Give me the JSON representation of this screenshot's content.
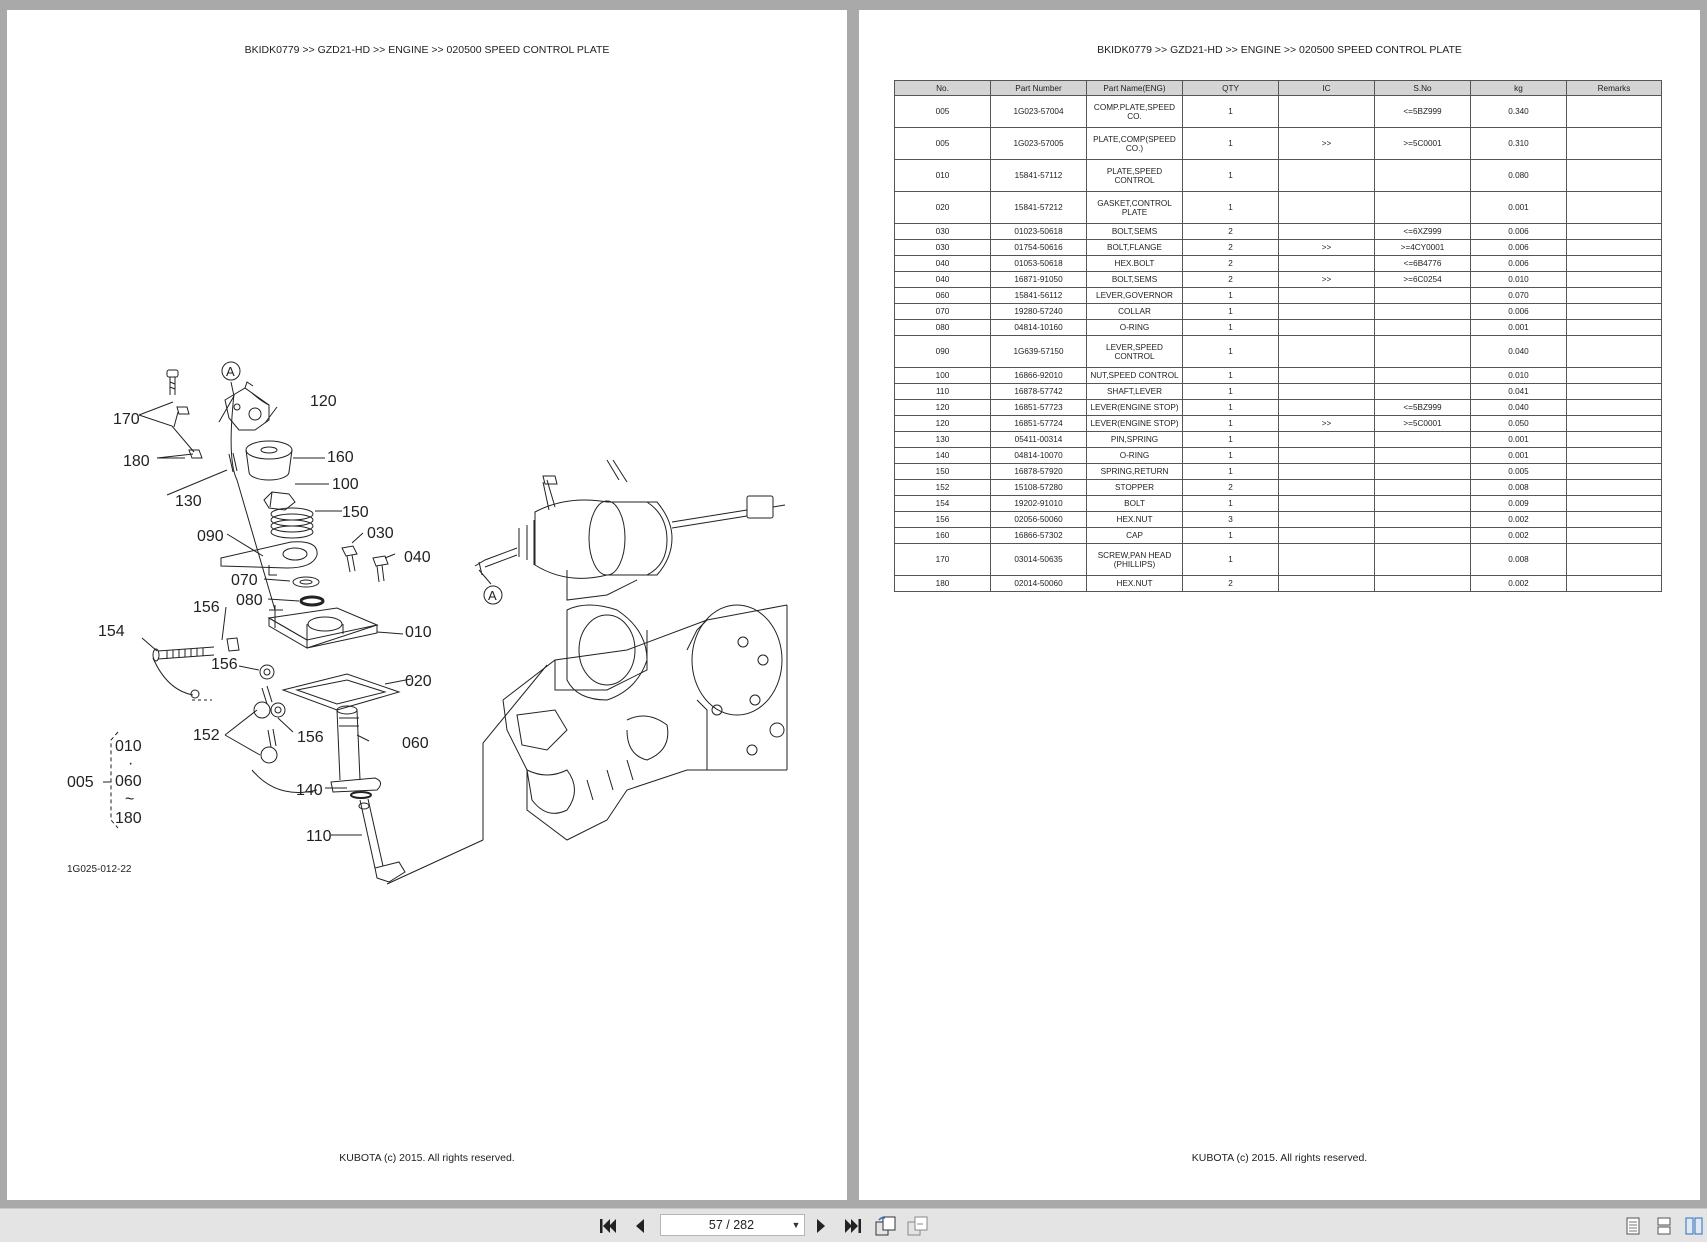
{
  "left_page": {
    "header": "BKIDK0779 >> GZD21-HD >> ENGINE >> 020500   SPEED CONTROL PLATE",
    "footer": "KUBOTA (c) 2015. All rights reserved.",
    "diagram_code": "1G025-012-22",
    "callouts": {
      "c170": "170",
      "c180": "180",
      "c130": "130",
      "c120": "120",
      "c160": "160",
      "c100": "100",
      "c150": "150",
      "c090": "090",
      "c030": "030",
      "c040": "040",
      "c070": "070",
      "c080": "080",
      "c156a": "156",
      "c154": "154",
      "c010": "010",
      "c156b": "156",
      "c020": "020",
      "c152": "152",
      "c156c": "156",
      "c060": "060",
      "c140": "140",
      "c110": "110",
      "cA1": "A",
      "cA2": "A",
      "g010": "010",
      "gdot": "·",
      "g060": "060",
      "gtilde": "~",
      "g180": "180",
      "g005": "005"
    }
  },
  "right_page": {
    "header": "BKIDK0779 >> GZD21-HD >> ENGINE >> 020500   SPEED CONTROL PLATE",
    "footer": "KUBOTA (c) 2015. All rights reserved.",
    "columns": [
      "No.",
      "Part Number",
      "Part Name(ENG)",
      "QTY",
      "IC",
      "S.No",
      "kg",
      "Remarks"
    ],
    "rows": [
      {
        "no": "005",
        "pn": "1G023-57004",
        "name": "COMP.PLATE,SPEED CO.",
        "qty": "1",
        "ic": "",
        "sno": "<=5BZ999",
        "kg": "0.340",
        "rem": ""
      },
      {
        "no": "005",
        "pn": "1G023-57005",
        "name": "PLATE,COMP(SPEED CO.)",
        "qty": "1",
        "ic": ">>",
        "sno": ">=5C0001",
        "kg": "0.310",
        "rem": ""
      },
      {
        "no": "010",
        "pn": "15841-57112",
        "name": "PLATE,SPEED CONTROL",
        "qty": "1",
        "ic": "",
        "sno": "",
        "kg": "0.080",
        "rem": ""
      },
      {
        "no": "020",
        "pn": "15841-57212",
        "name": "GASKET,CONTROL PLATE",
        "qty": "1",
        "ic": "",
        "sno": "",
        "kg": "0.001",
        "rem": ""
      },
      {
        "no": "030",
        "pn": "01023-50618",
        "name": "BOLT,SEMS",
        "qty": "2",
        "ic": "",
        "sno": "<=6XZ999",
        "kg": "0.006",
        "rem": ""
      },
      {
        "no": "030",
        "pn": "01754-50616",
        "name": "BOLT,FLANGE",
        "qty": "2",
        "ic": ">>",
        "sno": ">=4CY0001",
        "kg": "0.006",
        "rem": ""
      },
      {
        "no": "040",
        "pn": "01053-50618",
        "name": "HEX.BOLT",
        "qty": "2",
        "ic": "",
        "sno": "<=6B4776",
        "kg": "0.006",
        "rem": ""
      },
      {
        "no": "040",
        "pn": "16871-91050",
        "name": "BOLT,SEMS",
        "qty": "2",
        "ic": ">>",
        "sno": ">=6C0254",
        "kg": "0.010",
        "rem": ""
      },
      {
        "no": "060",
        "pn": "15841-56112",
        "name": "LEVER,GOVERNOR",
        "qty": "1",
        "ic": "",
        "sno": "",
        "kg": "0.070",
        "rem": ""
      },
      {
        "no": "070",
        "pn": "19280-57240",
        "name": "COLLAR",
        "qty": "1",
        "ic": "",
        "sno": "",
        "kg": "0.006",
        "rem": ""
      },
      {
        "no": "080",
        "pn": "04814-10160",
        "name": "O-RING",
        "qty": "1",
        "ic": "",
        "sno": "",
        "kg": "0.001",
        "rem": ""
      },
      {
        "no": "090",
        "pn": "1G639-57150",
        "name": "LEVER,SPEED CONTROL",
        "qty": "1",
        "ic": "",
        "sno": "",
        "kg": "0.040",
        "rem": ""
      },
      {
        "no": "100",
        "pn": "16866-92010",
        "name": "NUT,SPEED CONTROL",
        "qty": "1",
        "ic": "",
        "sno": "",
        "kg": "0.010",
        "rem": ""
      },
      {
        "no": "110",
        "pn": "16878-57742",
        "name": "SHAFT,LEVER",
        "qty": "1",
        "ic": "",
        "sno": "",
        "kg": "0.041",
        "rem": ""
      },
      {
        "no": "120",
        "pn": "16851-57723",
        "name": "LEVER(ENGINE STOP)",
        "qty": "1",
        "ic": "",
        "sno": "<=5BZ999",
        "kg": "0.040",
        "rem": ""
      },
      {
        "no": "120",
        "pn": "16851-57724",
        "name": "LEVER(ENGINE STOP)",
        "qty": "1",
        "ic": ">>",
        "sno": ">=5C0001",
        "kg": "0.050",
        "rem": ""
      },
      {
        "no": "130",
        "pn": "05411-00314",
        "name": "PIN,SPRING",
        "qty": "1",
        "ic": "",
        "sno": "",
        "kg": "0.001",
        "rem": ""
      },
      {
        "no": "140",
        "pn": "04814-10070",
        "name": "O-RING",
        "qty": "1",
        "ic": "",
        "sno": "",
        "kg": "0.001",
        "rem": ""
      },
      {
        "no": "150",
        "pn": "16878-57920",
        "name": "SPRING,RETURN",
        "qty": "1",
        "ic": "",
        "sno": "",
        "kg": "0.005",
        "rem": ""
      },
      {
        "no": "152",
        "pn": "15108-57280",
        "name": "STOPPER",
        "qty": "2",
        "ic": "",
        "sno": "",
        "kg": "0.008",
        "rem": ""
      },
      {
        "no": "154",
        "pn": "19202-91010",
        "name": "BOLT",
        "qty": "1",
        "ic": "",
        "sno": "",
        "kg": "0.009",
        "rem": ""
      },
      {
        "no": "156",
        "pn": "02056-50060",
        "name": "HEX.NUT",
        "qty": "3",
        "ic": "",
        "sno": "",
        "kg": "0.002",
        "rem": ""
      },
      {
        "no": "160",
        "pn": "16866-57302",
        "name": "CAP",
        "qty": "1",
        "ic": "",
        "sno": "",
        "kg": "0.002",
        "rem": ""
      },
      {
        "no": "170",
        "pn": "03014-50635",
        "name": "SCREW,PAN HEAD (PHILLIPS)",
        "qty": "1",
        "ic": "",
        "sno": "",
        "kg": "0.008",
        "rem": ""
      },
      {
        "no": "180",
        "pn": "02014-50060",
        "name": "HEX.NUT",
        "qty": "2",
        "ic": "",
        "sno": "",
        "kg": "0.002",
        "rem": ""
      }
    ]
  },
  "toolbar": {
    "page_indicator": "57 / 282",
    "icons": [
      "first-page-icon",
      "prev-page-icon",
      "dropdown-icon",
      "next-page-icon",
      "last-page-icon",
      "rotate-view-icon",
      "page-compare-icon",
      "single-page-view-icon",
      "continuous-view-icon",
      "two-page-view-icon"
    ]
  }
}
